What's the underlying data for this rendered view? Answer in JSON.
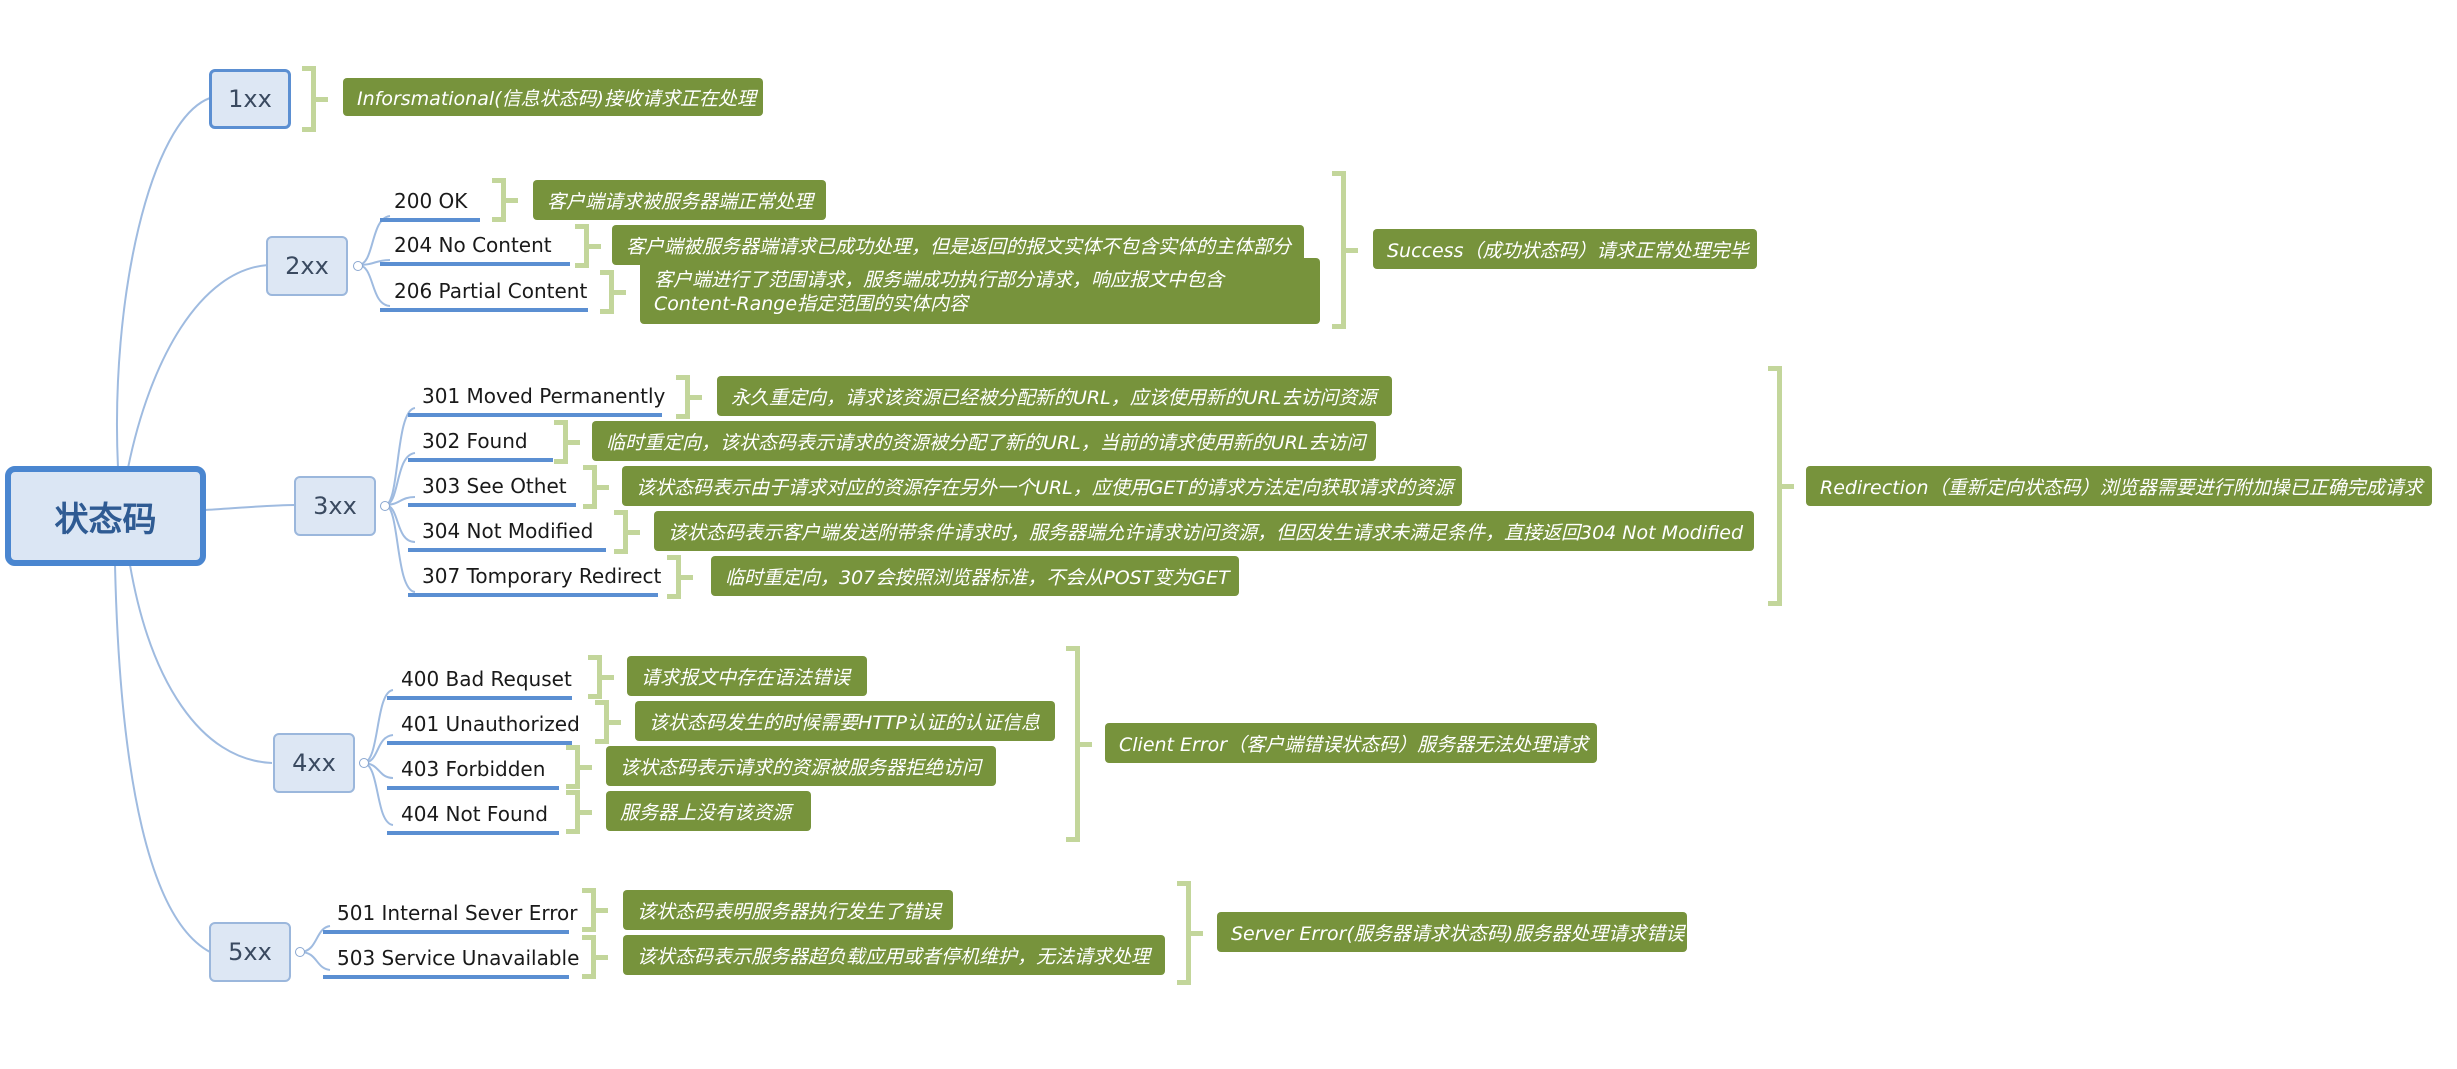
{
  "root": {
    "label": "状态码"
  },
  "categories": {
    "c1xx": {
      "label": "1xx",
      "description": "Inforsmational(信息状态码)接收请求正在处理"
    },
    "c2xx": {
      "label": "2xx",
      "summary": "Success（成功状态码）请求正常处理完毕",
      "codes": [
        {
          "code": "200 OK",
          "desc": "客户端请求被服务器端正常处理"
        },
        {
          "code": "204 No Content",
          "desc": "客户端被服务器端请求已成功处理，但是返回的报文实体不包含实体的主体部分"
        },
        {
          "code": "206 Partial Content",
          "desc": "客户端进行了范围请求，服务端成功执行部分请求，响应报文中包含Content-Range指定范围的实体内容"
        }
      ]
    },
    "c3xx": {
      "label": "3xx",
      "summary": "Redirection（重新定向状态码）浏览器需要进行附加操已正确完成请求",
      "codes": [
        {
          "code": "301 Moved Permanently",
          "desc": "永久重定向，请求该资源已经被分配新的URL，应该使用新的URL去访问资源"
        },
        {
          "code": "302 Found",
          "desc": "临时重定向，该状态码表示请求的资源被分配了新的URL，当前的请求使用新的URL去访问"
        },
        {
          "code": "303 See Othet",
          "desc": "该状态码表示由于请求对应的资源存在另外一个URL，应使用GET的请求方法定向获取请求的资源"
        },
        {
          "code": "304 Not Modified",
          "desc": "该状态码表示客户端发送附带条件请求时，服务器端允许请求访问资源，但因发生请求未满足条件，直接返回304 Not Modified"
        },
        {
          "code": "307 Tomporary Redirect",
          "desc": "临时重定向，307会按照浏览器标准，不会从POST变为GET"
        }
      ]
    },
    "c4xx": {
      "label": "4xx",
      "summary": "Client Error（客户端错误状态码）服务器无法处理请求",
      "codes": [
        {
          "code": "400 Bad Requset",
          "desc": "请求报文中存在语法错误"
        },
        {
          "code": "401 Unauthorized",
          "desc": "该状态码发生的时候需要HTTP认证的认证信息"
        },
        {
          "code": "403 Forbidden",
          "desc": "该状态码表示请求的资源被服务器拒绝访问"
        },
        {
          "code": "404 Not Found",
          "desc": "服务器上没有该资源"
        }
      ]
    },
    "c5xx": {
      "label": "5xx",
      "summary": "Server Error(服务器请求状态码)服务器处理请求错误",
      "codes": [
        {
          "code": "501 Internal Sever Error",
          "desc": "该状态码表明服务器执行发生了错误"
        },
        {
          "code": "503 Service Unavailable",
          "desc": "该状态码表示服务器超负载应用或者停机维护，无法请求处理"
        }
      ]
    }
  },
  "colors": {
    "node_border": "#4a86d0",
    "node_fill": "#dbe6f4",
    "desc_fill": "#77933c",
    "brace": "#c3d69b",
    "connector": "#9fbbe0"
  }
}
